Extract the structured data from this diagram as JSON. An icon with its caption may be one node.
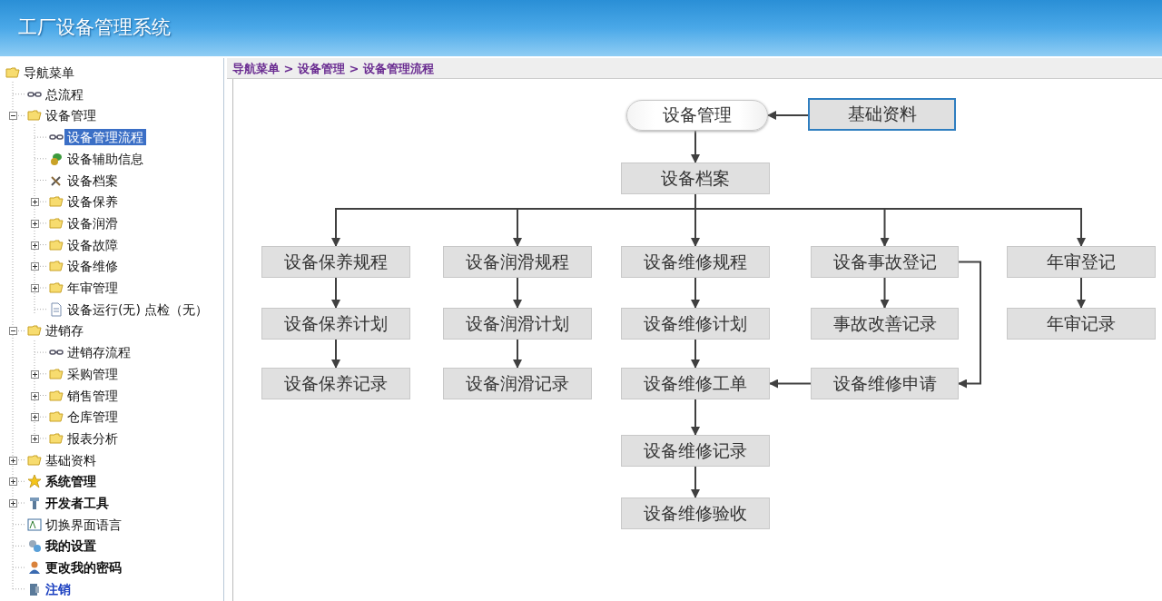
{
  "diagram": {
    "title": "工厂设备管理系统",
    "nodes": [
      {
        "text": [
          "设备管理"
        ]
      },
      {
        "text": [
          "基础资料"
        ]
      },
      {
        "text": [
          "设备档案"
        ]
      },
      {
        "text": [
          "设备保养规程"
        ]
      },
      {
        "text": [
          "设备润滑规程"
        ]
      },
      {
        "text": [
          "设备维修规程"
        ]
      },
      {
        "text": [
          "设备事故登记"
        ]
      },
      {
        "text": [
          "年审登记"
        ]
      },
      {
        "text": [
          "设备保养计划"
        ]
      },
      {
        "text": [
          "设备润滑计划"
        ]
      },
      {
        "text": [
          "设备维修计划"
        ]
      },
      {
        "text": [
          "事故改善记录"
        ]
      },
      {
        "text": [
          "年审记录"
        ]
      },
      {
        "text": [
          "设备保养记录"
        ]
      },
      {
        "text": [
          "设备润滑记录"
        ]
      },
      {
        "text": [
          "设备维修工单"
        ]
      },
      {
        "text": [
          "设备维修申请"
        ]
      },
      {
        "text": [
          "设备维修记录"
        ]
      },
      {
        "text": [
          "设备维修验收"
        ]
      }
    ],
    "edges": [
      {
        "from": 1,
        "to": 0,
        "arrow": "to"
      },
      {
        "from": 0,
        "to": 2,
        "arrow": "to"
      },
      {
        "from": 2,
        "to": 3,
        "arrow": "to"
      },
      {
        "from": 2,
        "to": 4,
        "arrow": "to"
      },
      {
        "from": 2,
        "to": 5,
        "arrow": "to"
      },
      {
        "from": 2,
        "to": 6,
        "arrow": "to"
      },
      {
        "from": 2,
        "to": 7,
        "arrow": "to"
      },
      {
        "from": 3,
        "to": 8,
        "arrow": "to"
      },
      {
        "from": 8,
        "to": 13,
        "arrow": "to"
      },
      {
        "from": 4,
        "to": 9,
        "arrow": "to"
      },
      {
        "from": 9,
        "to": 14,
        "arrow": "to"
      },
      {
        "from": 5,
        "to": 10,
        "arrow": "to"
      },
      {
        "from": 10,
        "to": 15,
        "arrow": "to"
      },
      {
        "from": 6,
        "to": 11,
        "arrow": "to"
      },
      {
        "from": 7,
        "to": 12,
        "arrow": "to"
      },
      {
        "from": 6,
        "to": 16,
        "arrow": "to"
      },
      {
        "from": 16,
        "to": 15,
        "arrow": "to"
      },
      {
        "from": 15,
        "to": 17,
        "arrow": "to"
      },
      {
        "from": 17,
        "to": 18,
        "arrow": "to"
      }
    ],
    "labels": [
      "导航菜单 > 设备管理 > 设备管理流程",
      "导航菜单",
      "总流程",
      "设备管理",
      "设备管理流程",
      "设备辅助信息",
      "设备档案",
      "设备保养",
      "设备润滑",
      "设备故障",
      "设备维修",
      "年审管理",
      "设备运行(无) 点检（无）",
      "进销存",
      "进销存流程",
      "采购管理",
      "销售管理",
      "仓库管理",
      "报表分析",
      "基础资料",
      "系统管理",
      "开发者工具",
      "切换界面语言",
      "我的设置",
      "更改我的密码",
      "注销"
    ]
  }
}
